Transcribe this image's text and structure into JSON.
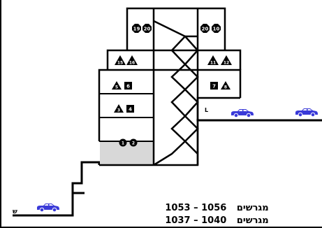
{
  "colors": {
    "line": "#000000",
    "car": "#3a3ad8",
    "ground_floor_fill": "#d8d8d8",
    "background": "#ffffff"
  },
  "building": {
    "top_floor": {
      "left_unit": [
        "19",
        "20"
      ],
      "right_unit": [
        "20",
        "10"
      ]
    },
    "floor_4": {
      "left_unit": [
        "15",
        "16"
      ],
      "right_unit": [
        "11",
        "12"
      ]
    },
    "floor_3": {
      "left_unit": [
        "5",
        "6"
      ],
      "right_unit": [
        "7",
        "8"
      ]
    },
    "floor_2": {
      "left_unit": [
        "3",
        "4"
      ],
      "right_unit_label": "L"
    },
    "floor_1": {
      "center_unit": [
        "1",
        "2"
      ]
    }
  },
  "left_car_label": "ש",
  "legend": [
    {
      "range": "1053 – 1056",
      "word": "מגרשים"
    },
    {
      "range": "1037 – 1040",
      "word": "מגרשים"
    }
  ],
  "icons": [
    "car-icon",
    "car-icon",
    "car-icon",
    "triangle-icon",
    "square-icon",
    "octagon-icon",
    "circle-icon"
  ]
}
